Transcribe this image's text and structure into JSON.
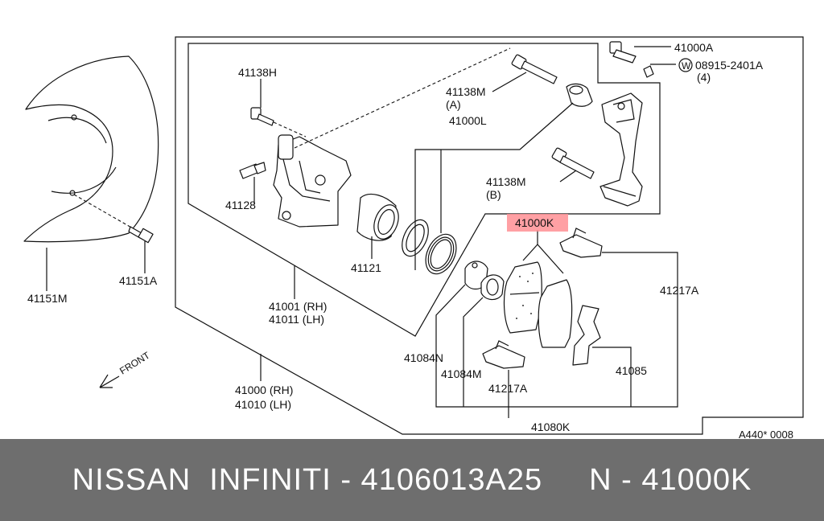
{
  "diagram": {
    "labels": {
      "a41138H": "41138H",
      "a41138M_A1": "41138M",
      "a41138M_A2": "(A)",
      "a41000L": "41000L",
      "a41138M_B1": "41138M",
      "a41138M_B2": "(B)",
      "a41000A": "41000A",
      "a08915": "08915-2401A",
      "a08915_qty": "(4)",
      "washer_symbol": "W",
      "a41128": "41128",
      "a41121": "41121",
      "a41001": "41001 (RH)",
      "a41011": "41011 (LH)",
      "a41000K": "41000K",
      "a41217A_1": "41217A",
      "a41217A_2": "41217A",
      "a41084N": "41084N",
      "a41084M": "41084M",
      "a41085": "41085",
      "a41080K": "41080K",
      "a41000": "41000 (RH)",
      "a41010": "41010 (LH)",
      "a41151M": "41151M",
      "a41151A": "41151A",
      "front": "FRONT",
      "ref": "A440* 0008"
    },
    "highlight_color": "#ff8f94"
  },
  "footer": {
    "left_text": "NISSAN  INFINITI - 4106013A25",
    "right_text": "N - 41000K",
    "background": "#6e6e6e"
  }
}
